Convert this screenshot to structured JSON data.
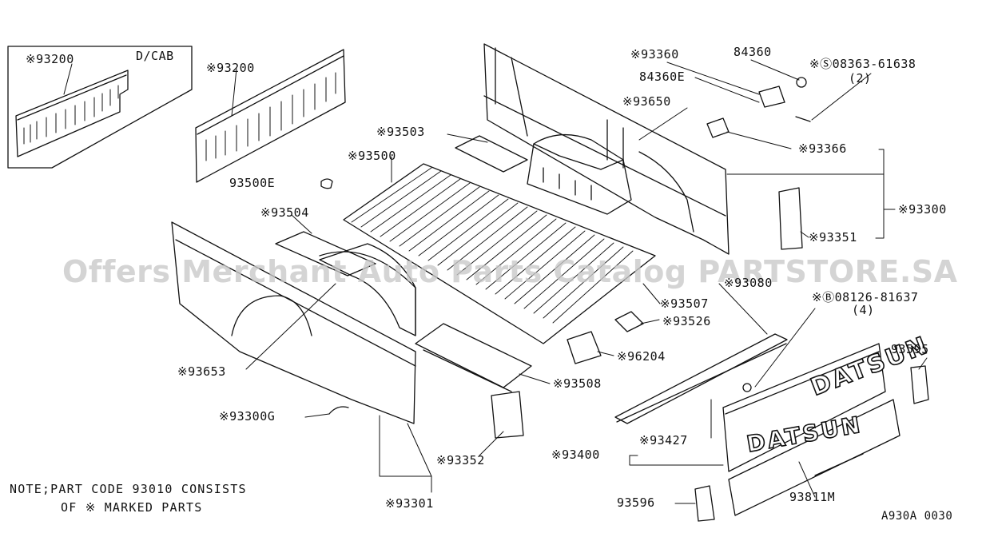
{
  "labels": {
    "l93200a": "※93200",
    "dcab": "D/CAB",
    "l93200b": "※93200",
    "l93360": "※93360",
    "l84360": "84360",
    "l84360e": "84360E",
    "l08363": "※Ⓢ08363-61638",
    "l08363q": "(2)",
    "l93650": "※93650",
    "l93503": "※93503",
    "l93500": "※93500",
    "l93366": "※93366",
    "l93500e": "93500E",
    "l93300": "※93300",
    "l93504": "※93504",
    "l93351": "※93351",
    "l93080": "※93080",
    "l08126": "※Ⓑ08126-81637",
    "l08126q": "(4)",
    "l93507": "※93507",
    "l93526": "※93526",
    "l93595": "93595",
    "l96204": "※96204",
    "l93653": "※93653",
    "l93508": "※93508",
    "l93300g": "※93300G",
    "l93427": "※93427",
    "l93352": "※93352",
    "l93400": "※93400",
    "l93596": "93596",
    "l93811m": "93811M",
    "l93301": "※93301"
  },
  "note": {
    "line1": "NOTE;PART CODE 93010 CONSISTS",
    "line2": "OF ※ MARKED PARTS"
  },
  "diagram_code": "A930A 0030",
  "watermark": "Offers Merchant Auto Parts Catalog PARTSTORE.SA",
  "tailgate_logo_upper": "DATSUN",
  "tailgate_logo_lower": "DATSUN",
  "colors": {
    "ink": "#111111",
    "watermark": "#c8c8c8",
    "paper": "#ffffff"
  }
}
